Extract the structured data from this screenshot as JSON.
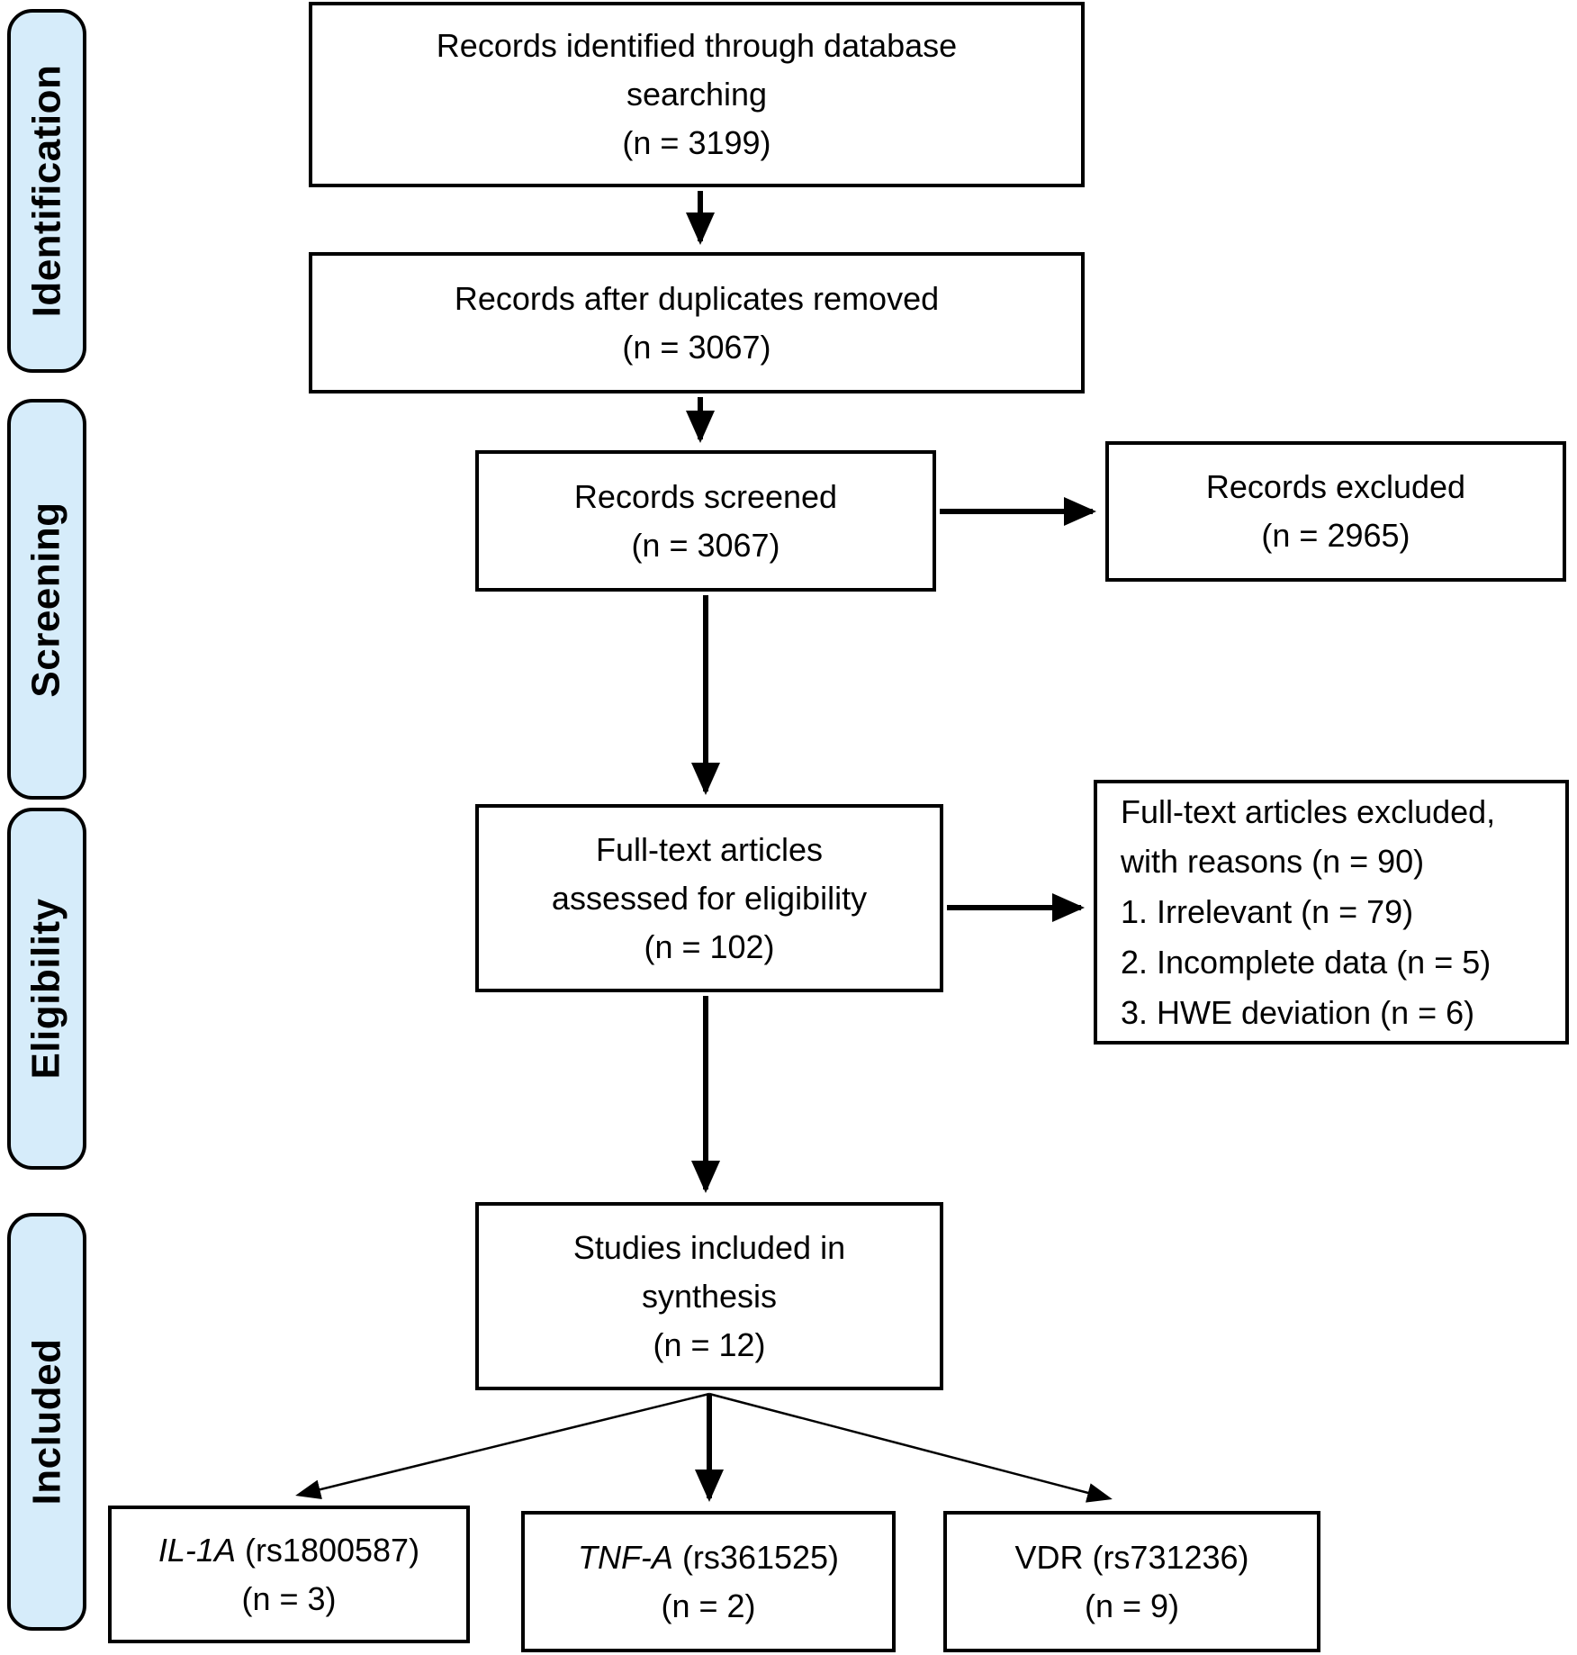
{
  "stages": {
    "identification": "Identification",
    "screening": "Screening",
    "eligibility": "Eligibility",
    "included": "Included"
  },
  "boxes": {
    "identified": "Records identified through database\nsearching\n(n = 3199)",
    "deduplicated": "Records after duplicates removed\n(n = 3067)",
    "screened": "Records screened\n(n = 3067)",
    "records_excluded": "Records excluded\n(n = 2965)",
    "fulltext_assessed": "Full-text articles\nassessed for eligibility\n(n = 102)",
    "fulltext_excluded": "Full-text articles excluded,\nwith reasons (n = 90)\n1. Irrelevant (n = 79)\n2. Incomplete data (n = 5)\n3. HWE deviation (n = 6)",
    "included_synthesis": "Studies included in\nsynthesis\n(n = 12)"
  },
  "genes": [
    {
      "name": "IL-1A",
      "detail": " (rs1800587)",
      "count": "(n = 3)"
    },
    {
      "name": "TNF-A",
      "detail": " (rs361525)",
      "count": "(n = 2)"
    },
    {
      "name": "VDR",
      "detail": " (rs731236)",
      "count": "(n = 9)"
    }
  ],
  "colors": {
    "stage_fill": "#d6ecfa",
    "line": "#000000"
  }
}
